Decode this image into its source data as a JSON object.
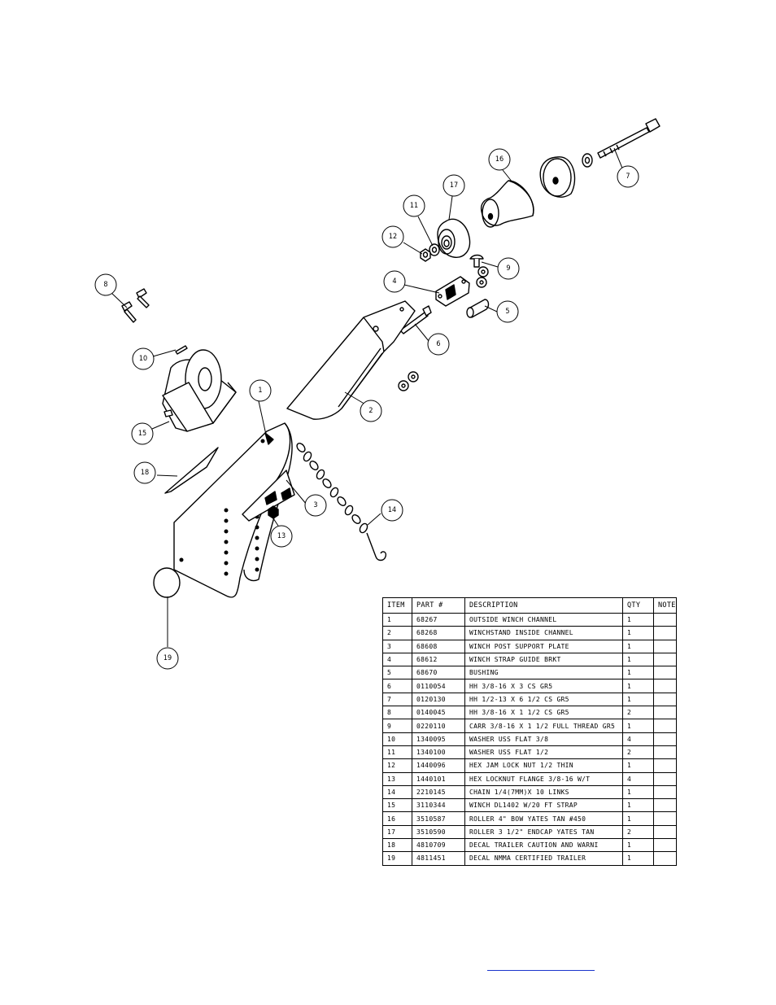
{
  "callouts": [
    "1",
    "2",
    "3",
    "4",
    "5",
    "6",
    "7",
    "8",
    "10",
    "11",
    "12",
    "13",
    "14",
    "15",
    "16",
    "17",
    "18",
    "19",
    "9"
  ],
  "table": {
    "headers": [
      "ITEM",
      "PART #",
      "DESCRIPTION",
      "QTY",
      "NOTE"
    ],
    "rows": [
      [
        "1",
        "68267",
        "OUTSIDE WINCH CHANNEL",
        "1",
        ""
      ],
      [
        "2",
        "68268",
        "WINCHSTAND   INSIDE CHANNEL",
        "1",
        ""
      ],
      [
        "3",
        "68608",
        "WINCH POST SUPPORT PLATE",
        "1",
        ""
      ],
      [
        "4",
        "68612",
        "WINCH STRAP GUIDE BRKT",
        "1",
        ""
      ],
      [
        "5",
        "68670",
        "BUSHING",
        "1",
        ""
      ],
      [
        "6",
        "0110054",
        "HH 3/8-16 X 3 CS GR5",
        "1",
        ""
      ],
      [
        "7",
        "0120130",
        "HH 1/2-13 X 6 1/2 CS GR5",
        "1",
        ""
      ],
      [
        "8",
        "0140045",
        "HH 3/8-16 X 1 1/2 CS GR5",
        "2",
        ""
      ],
      [
        "9",
        "0220110",
        "CARR 3/8-16 X 1 1/2 FULL THREAD GR5",
        "1",
        ""
      ],
      [
        "10",
        "1340095",
        "WASHER USS FLAT 3/8",
        "4",
        ""
      ],
      [
        "11",
        "1340100",
        "WASHER USS FLAT 1/2",
        "2",
        ""
      ],
      [
        "12",
        "1440096",
        "HEX JAM LOCK NUT 1/2 THIN",
        "1",
        ""
      ],
      [
        "13",
        "1440101",
        "HEX LOCKNUT FLANGE 3/8-16 W/T",
        "4",
        ""
      ],
      [
        "14",
        "2210145",
        "CHAIN 1/4(7MM)X 10 LINKS",
        "1",
        ""
      ],
      [
        "15",
        "3110344",
        "WINCH DL1402 W/20 FT STRAP",
        "1",
        ""
      ],
      [
        "16",
        "3510587",
        "ROLLER 4\" BOW YATES TAN #450",
        "1",
        ""
      ],
      [
        "17",
        "3510590",
        "ROLLER 3 1/2\" ENDCAP YATES TAN",
        "2",
        ""
      ],
      [
        "18",
        "4810709",
        "DECAL TRAILER CAUTION AND WARNI",
        "1",
        ""
      ],
      [
        "19",
        "4811451",
        " DECAL NMMA CERTIFIED TRAILER",
        "1",
        ""
      ]
    ]
  }
}
